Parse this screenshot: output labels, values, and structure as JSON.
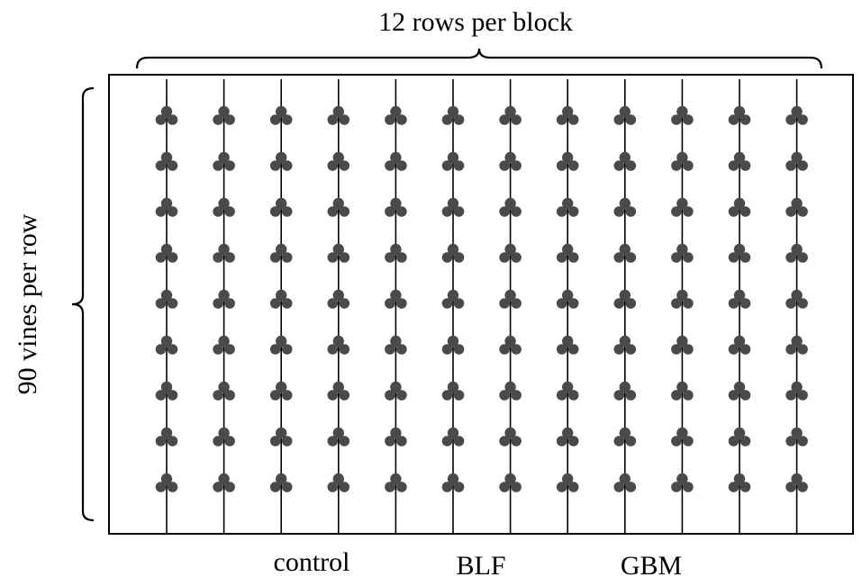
{
  "labels": {
    "top_brace": "12 rows per block",
    "side_brace": "90 vines per row",
    "treatments": [
      "control",
      "BLF",
      "GBM"
    ]
  },
  "diagram": {
    "rows": 12,
    "vines_per_row_shown": 9,
    "vine_icon": "three-lobed-vine-icon",
    "colors": {
      "vine": "#4a4a4a",
      "line": "#000000",
      "background": "#ffffff"
    }
  }
}
